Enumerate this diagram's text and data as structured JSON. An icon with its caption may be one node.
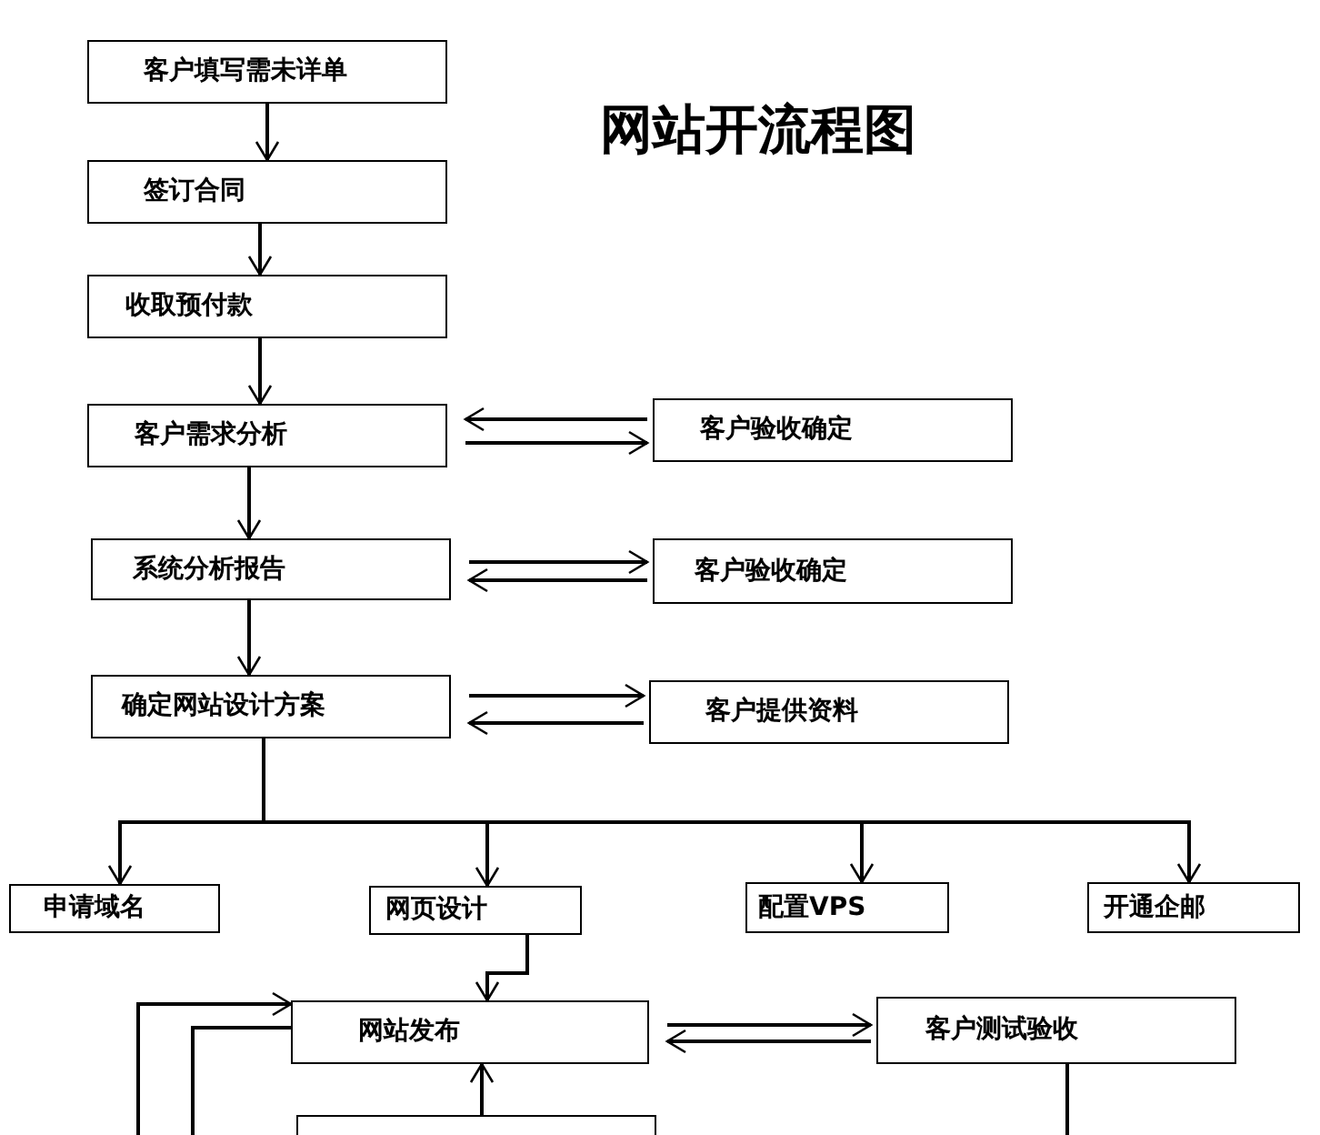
{
  "diagram": {
    "title": "网站开流程图",
    "nodes": [
      {
        "text": [
          "客户填写需未详单"
        ]
      },
      {
        "text": [
          "签订合同"
        ]
      },
      {
        "text": [
          "收取预付款"
        ]
      },
      {
        "text": [
          "客户需求分析"
        ]
      },
      {
        "text": [
          "客户验收确定"
        ]
      },
      {
        "text": [
          "系统分析报告"
        ]
      },
      {
        "text": [
          "客户验收确定"
        ]
      },
      {
        "text": [
          "确定网站设计方案"
        ]
      },
      {
        "text": [
          "客户提供资料"
        ]
      },
      {
        "text": [
          "申请域名"
        ]
      },
      {
        "text": [
          "网页设计"
        ]
      },
      {
        "text": [
          "配置VPS"
        ]
      },
      {
        "text": [
          "开通企邮"
        ]
      },
      {
        "text": [
          "网站发布"
        ]
      },
      {
        "text": [
          "客户测试验收"
        ]
      },
      {
        "text": [],
        "shape": "box"
      }
    ],
    "edges": [
      {
        "from": 0,
        "to": 1,
        "arrow": "to"
      },
      {
        "from": 1,
        "to": 2,
        "arrow": "to"
      },
      {
        "from": 2,
        "to": 3,
        "arrow": "to"
      },
      {
        "from": 4,
        "to": 3,
        "arrow": "to"
      },
      {
        "from": 3,
        "to": 4,
        "arrow": "to"
      },
      {
        "from": 3,
        "to": 5,
        "arrow": "to"
      },
      {
        "from": 5,
        "to": 6,
        "arrow": "to"
      },
      {
        "from": 6,
        "to": 5,
        "arrow": "to"
      },
      {
        "from": 5,
        "to": 7,
        "arrow": "to"
      },
      {
        "from": 7,
        "to": 8,
        "arrow": "to"
      },
      {
        "from": 8,
        "to": 7,
        "arrow": "to"
      },
      {
        "from": 7,
        "to": 9,
        "arrow": "to"
      },
      {
        "from": 7,
        "to": 10,
        "arrow": "to"
      },
      {
        "from": 7,
        "to": 11,
        "arrow": "to"
      },
      {
        "from": 7,
        "to": 12,
        "arrow": "to"
      },
      {
        "from": 10,
        "to": 13,
        "arrow": "to"
      },
      {
        "from": 13,
        "to": 14,
        "arrow": "to"
      },
      {
        "from": 14,
        "to": 13,
        "arrow": "to"
      },
      {
        "from": 15,
        "to": 13,
        "arrow": "to"
      },
      {
        "from": null,
        "to": 13,
        "arrow": "to"
      },
      {
        "from": null,
        "to": 13,
        "arrow": "none"
      },
      {
        "from": 14,
        "to": null,
        "arrow": "none"
      }
    ]
  }
}
